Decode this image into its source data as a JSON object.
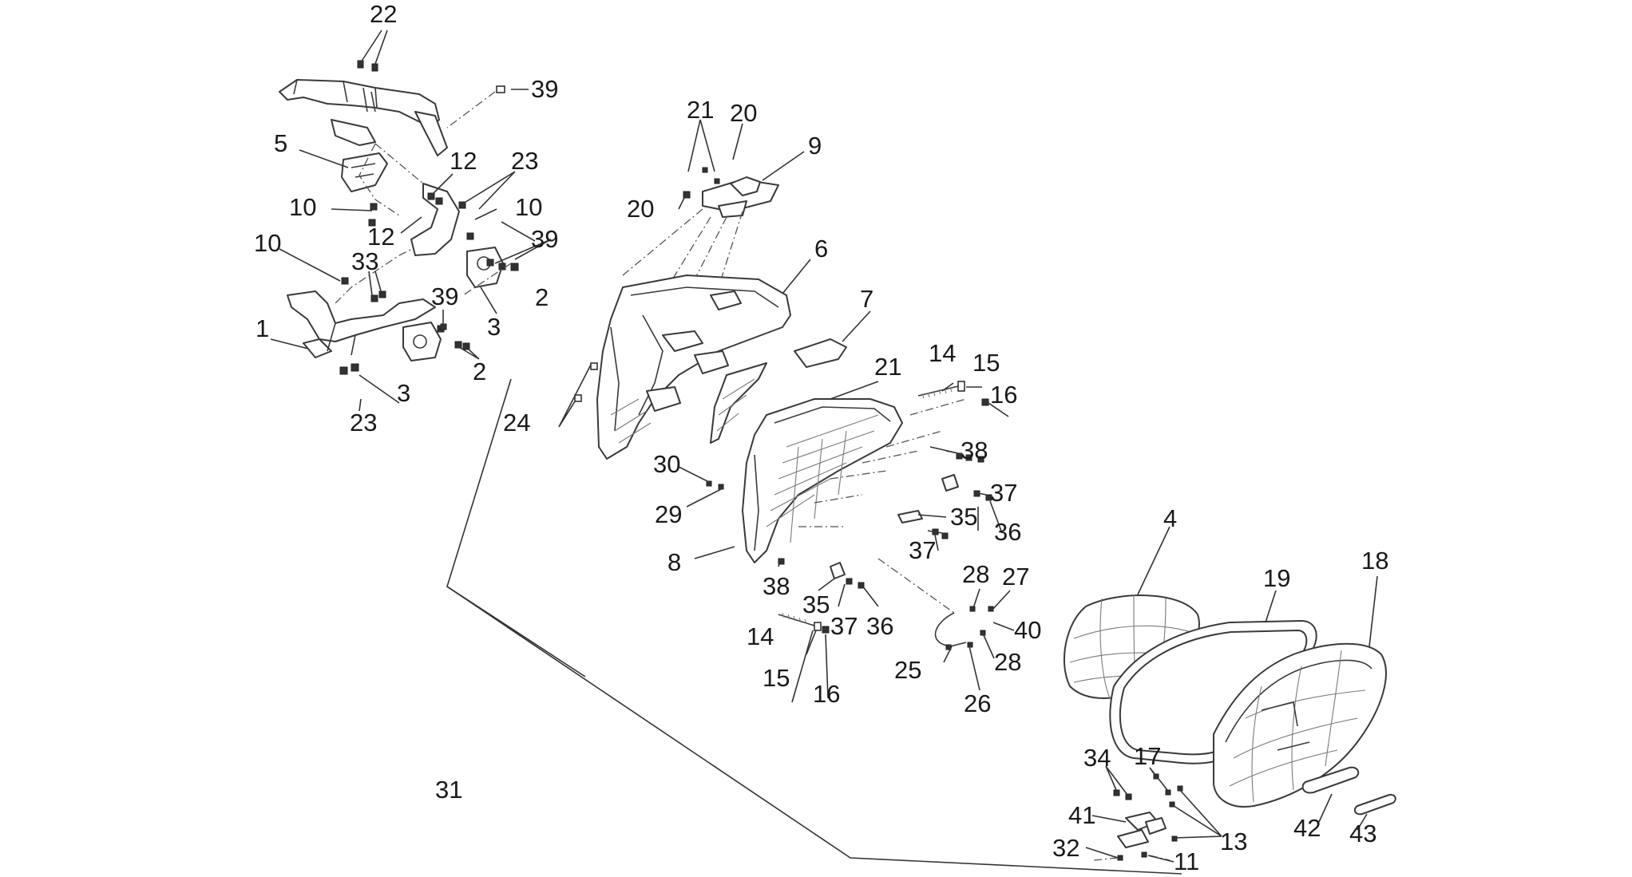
{
  "diagram": {
    "labels": [
      "22",
      "39",
      "21",
      "20",
      "9",
      "5",
      "12",
      "23",
      "10",
      "20",
      "10",
      "12",
      "39",
      "10",
      "33",
      "39",
      "6",
      "7",
      "2",
      "1",
      "3",
      "39",
      "2",
      "21",
      "14",
      "15",
      "16",
      "3",
      "23",
      "24",
      "38",
      "30",
      "37",
      "29",
      "35",
      "36",
      "37",
      "8",
      "28",
      "27",
      "38",
      "35",
      "37",
      "36",
      "4",
      "19",
      "18",
      "40",
      "14",
      "15",
      "16",
      "25",
      "28",
      "26",
      "31",
      "34",
      "17",
      "13",
      "41",
      "42",
      "43",
      "32",
      "11"
    ],
    "colors": {
      "line": "#3a3a3a",
      "text": "#1a1a1a",
      "background": "#ffffff"
    }
  }
}
